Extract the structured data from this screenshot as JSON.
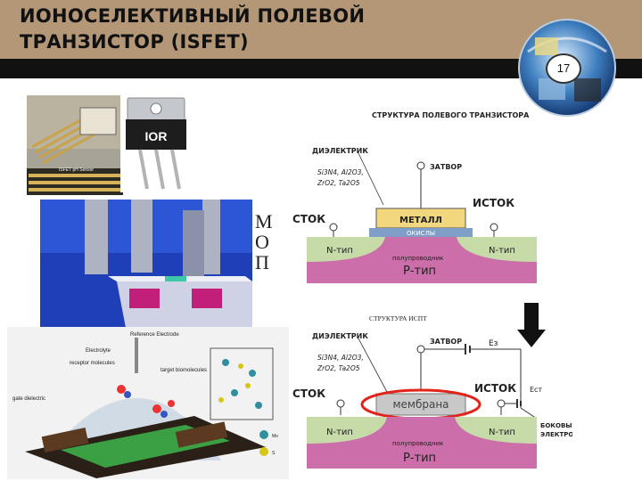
{
  "header": {
    "title": "ИОНОСЕЛЕКТИВНЫЙ ПОЛЕВОЙ\nТРАНЗИСТОР (ISFET)",
    "slide_number": "17"
  },
  "photo_chip": {
    "label": "ISFET pH Sensor"
  },
  "photo_package": {
    "logo_text": "IOR"
  },
  "photo_electrolyte": {
    "labels": [
      "Electrolyte",
      "Reference Electrode",
      "receptor molecules",
      "target biomolecules",
      "gate dielectric"
    ],
    "legend": [
      "Mo",
      "S"
    ]
  },
  "mop_label": [
    "М",
    "О",
    "П"
  ],
  "diagram_top": {
    "title": "СТРУКТУРА ПОЛЕВОГО ТРАНЗИСТОРА",
    "dielectric": "ДИЭЛЕКТРИК",
    "materials_line1": "Si3N4, Al2O3,",
    "materials_line2": "ZrO2, Ta2O5",
    "gate": "ЗАТВОР",
    "drain": "СТОК",
    "source": "ИСТОК",
    "metal": "МЕТАЛЛ",
    "oxides": "ОКИСЛЫ",
    "n_left": "N-тип",
    "n_right": "N-тип",
    "semiconductor": "полупроводник",
    "p_type": "Р-тип"
  },
  "diagram_bottom": {
    "title": "СТРУКТУРА ИСПТ",
    "dielectric": "ДИЭЛЕКТРИК",
    "materials_line1": "Si3N4, Al2O3,",
    "materials_line2": "ZrO2, Ta2O5",
    "gate": "ЗАТВОР",
    "gate_voltage": "Eз",
    "drain": "СТОК",
    "source": "ИСТОК",
    "source_voltage": "Eст",
    "membrane": "мембрана",
    "side_electrodes_line1": "БОКОВЫЕ",
    "side_electrodes_line2": "ЭЛЕКТРОДЫ",
    "n_left": "N-тип",
    "n_right": "N-тип",
    "semiconductor": "полупроводник",
    "p_type": "Р-тип"
  },
  "colors": {
    "header": "#b39777",
    "bar": "#111111",
    "p_type": "#cb6ea9",
    "n_type": "#c7dba8",
    "metal": "#f2d77e",
    "oxide": "#7f9fc9",
    "membrane": "#c8c8c8",
    "highlight": "#e2231a"
  }
}
